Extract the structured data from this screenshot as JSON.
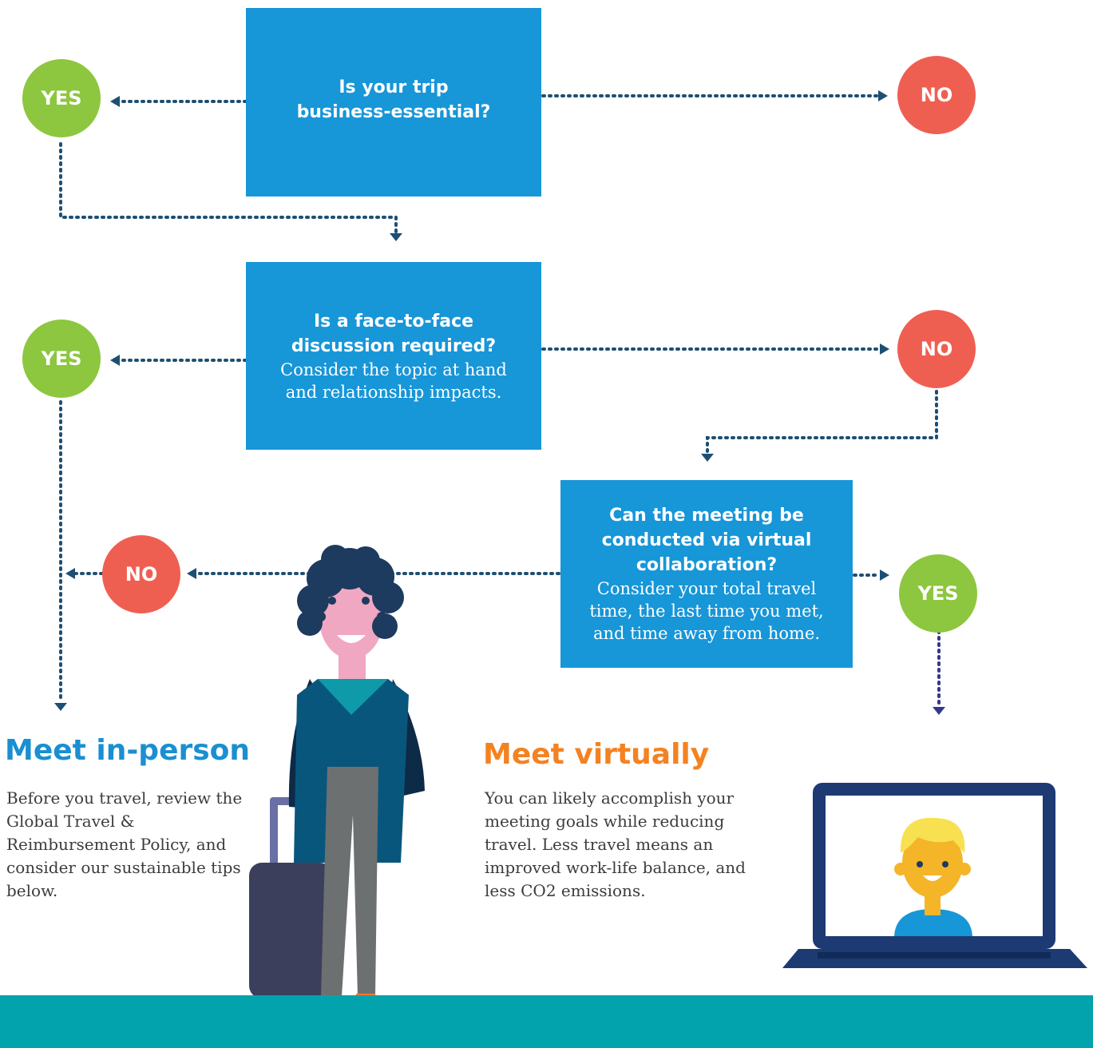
{
  "colors": {
    "box": "#1796d8",
    "yes": "#8dc63f",
    "no": "#ef5f51",
    "connector": "#1e4f73",
    "in_person_heading": "#1a8fd1",
    "virtual_heading": "#f48221",
    "footer_band": "#02a3ad"
  },
  "q1": {
    "title": "Is your trip business-essential?"
  },
  "q2": {
    "title": "Is a face-to-face discussion required?",
    "note": "Consider the topic at hand and relationship impacts."
  },
  "q3": {
    "title": "Can the meeting be conducted via virtual collaboration?",
    "note": "Consider your total travel time, the last time you met, and time away from home."
  },
  "answers": {
    "yes": "YES",
    "no": "NO"
  },
  "in_person": {
    "heading": "Meet in-person",
    "body": "Before you travel, review the Global Travel & Reimbursement Policy, and consider our sustainable tips below."
  },
  "virtual": {
    "heading": "Meet virtually",
    "body": "You can likely accomplish your meeting goals while reducing travel. Less travel means an improved work-life balance, and less CO2 emissions."
  },
  "illustrations": {
    "traveler": "woman-with-suitcase-illustration",
    "laptop": "laptop-video-call-illustration"
  }
}
